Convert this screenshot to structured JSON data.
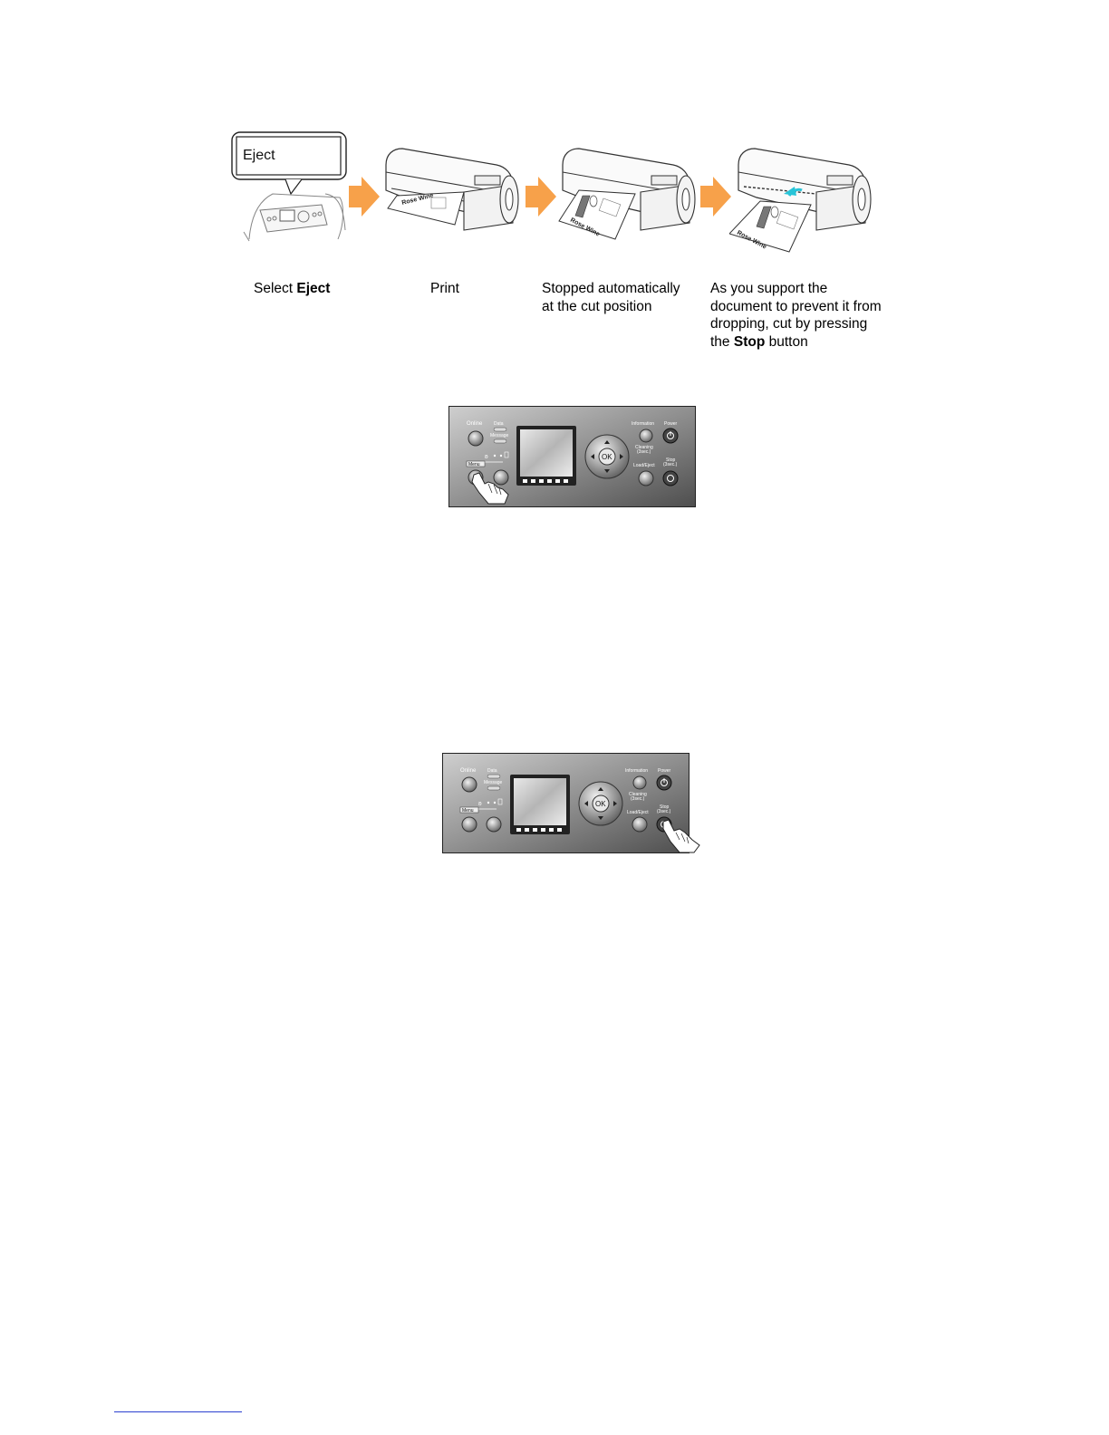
{
  "steps": [
    {
      "bubble_label": "Eject",
      "caption_parts": [
        "Select ",
        "Eject",
        ""
      ]
    },
    {
      "caption_parts": [
        "Print"
      ]
    },
    {
      "caption_line1": "Stopped automatically",
      "caption_line2": "at the cut position"
    },
    {
      "caption_line1": "As you support the",
      "caption_line2": "document to prevent it from",
      "caption_line3": "dropping, cut by pressing",
      "caption_line4_pre": "the ",
      "caption_line4_bold": "Stop",
      "caption_line4_post": " button"
    }
  ],
  "print_label": "Rose Wine",
  "panel_labels": {
    "online": "Online",
    "data": "Data",
    "message": "Message",
    "menu": "Menu",
    "ok": "OK",
    "information": "Information",
    "power": "Power",
    "cleaning": "Cleaning",
    "cleaning_sub": "(3sec.)",
    "load_eject": "Load/Eject",
    "stop": "Stop",
    "stop_sub": "(3sec.)"
  },
  "colors": {
    "arrow": "#f7a14a",
    "panel_dark": "#5a5a5a",
    "panel_light": "#cfcfcf",
    "accent_cyan": "#27c4d8",
    "link_rule": "#2b3fd0"
  },
  "icons": [
    "step-arrow-icon",
    "pointing-hand-icon",
    "power-icon",
    "stop-icon"
  ]
}
